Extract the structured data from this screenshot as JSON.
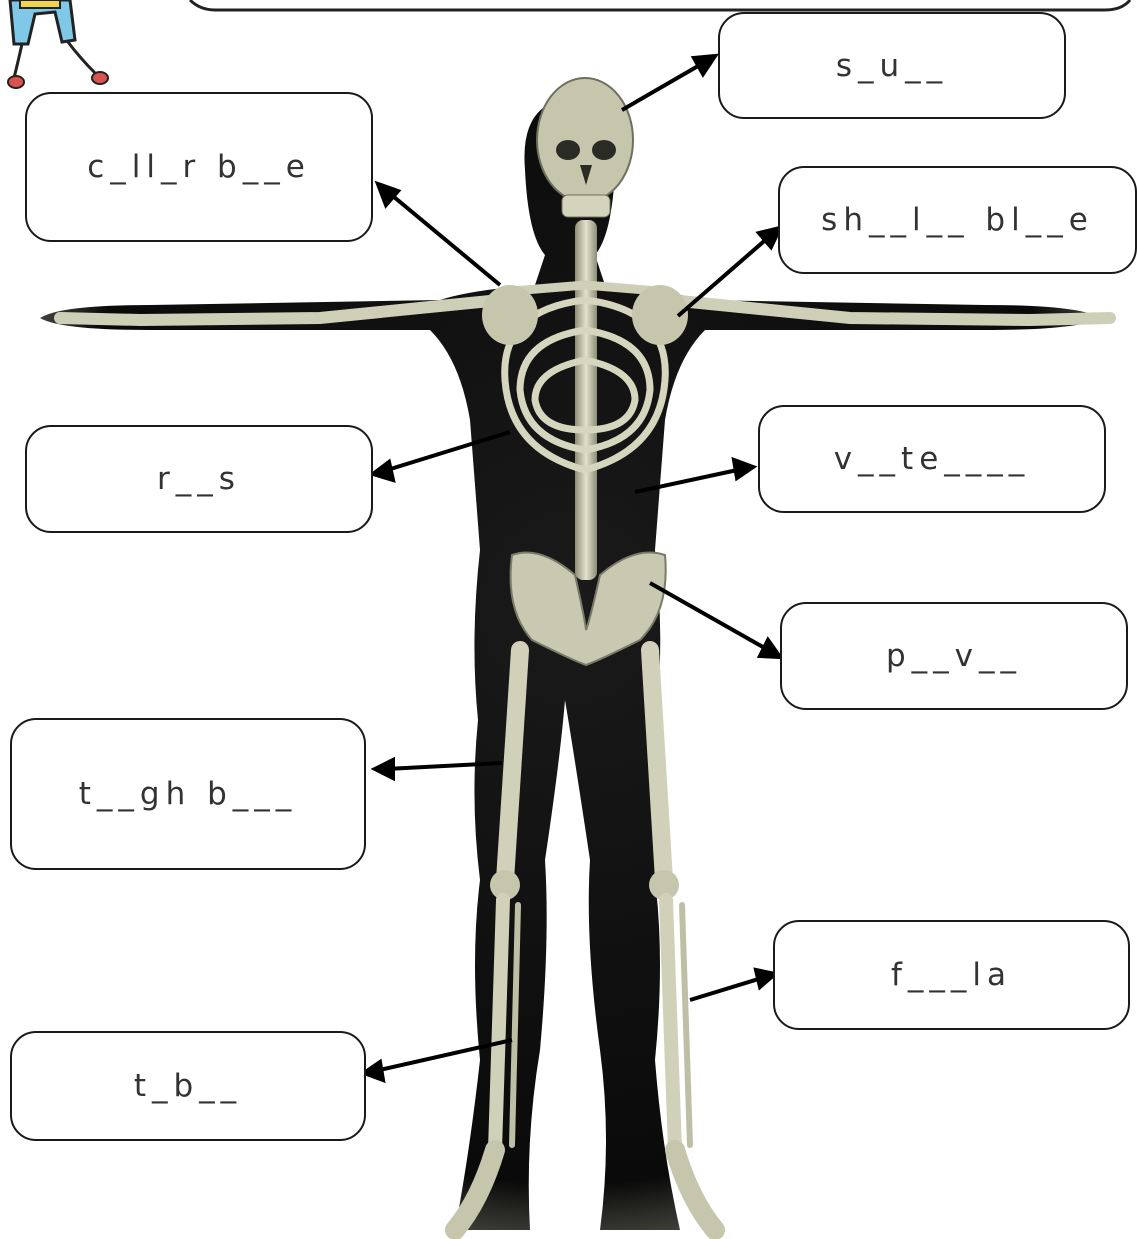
{
  "worksheet": {
    "labels": [
      {
        "id": "skull",
        "text": "s_u__"
      },
      {
        "id": "collar",
        "text": "c_ll_r b__e"
      },
      {
        "id": "shoulder",
        "text": "sh__l__ bl__e"
      },
      {
        "id": "ribs",
        "text": "r__s"
      },
      {
        "id": "vertebrae",
        "text": "v__te____"
      },
      {
        "id": "pelvis",
        "text": "p__v__"
      },
      {
        "id": "thigh",
        "text": "t__gh b___"
      },
      {
        "id": "fibula",
        "text": "f___la"
      },
      {
        "id": "tibia",
        "text": "t_b__"
      }
    ]
  },
  "colors": {
    "bone": "#cfcfb8",
    "body_shadow": "#0d0d0d",
    "arrow": "#000000",
    "mascot_blue": "#7fc8e8",
    "mascot_red": "#d9534f"
  },
  "icons": {
    "mascot": "cartoon-legs-icon"
  }
}
